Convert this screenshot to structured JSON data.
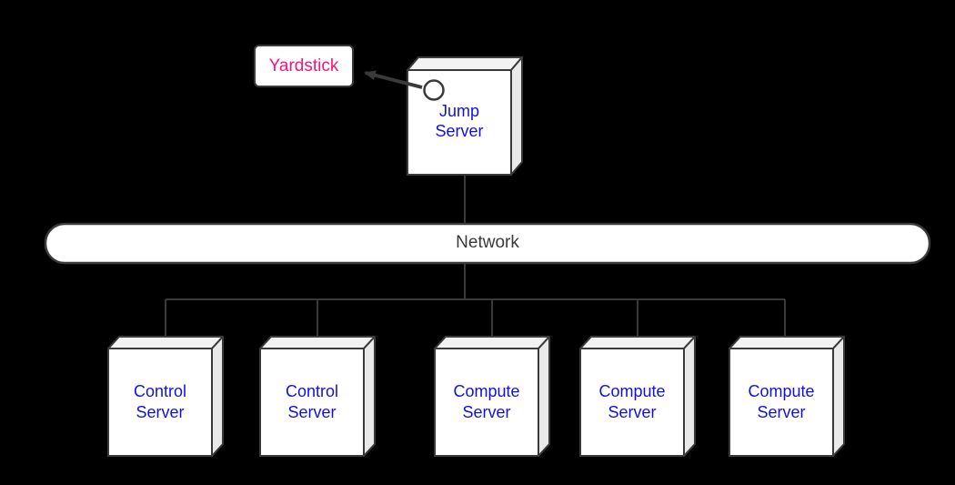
{
  "colors": {
    "background": "#000000",
    "line": "#3A3A3A",
    "node_front": "#FFFFFF",
    "node_top": "#F2F2F2",
    "node_side": "#E9E9E9",
    "server_label_text": "#1212DC",
    "yardstick_label_text": "#F4147E",
    "network_label_text": "#3A3A3A"
  },
  "nodes": {
    "yardstick": {
      "label": "Yardstick"
    },
    "jump_server": {
      "label": "Jump Server"
    },
    "network": {
      "label": "Network"
    },
    "servers": [
      {
        "label": "Control Server"
      },
      {
        "label": "Control Server"
      },
      {
        "label": "Compute Server"
      },
      {
        "label": "Compute Server"
      },
      {
        "label": "Compute Server"
      }
    ]
  }
}
